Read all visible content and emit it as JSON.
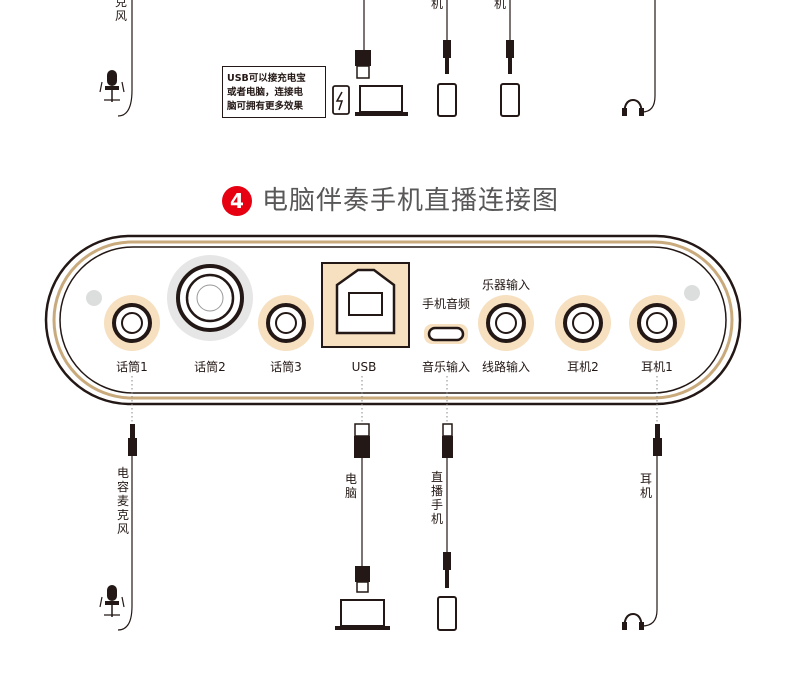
{
  "top_section": {
    "mic_label_fragment": "克\n风",
    "cable_label_fragment_1": "机",
    "cable_label_fragment_2": "机",
    "usb_note_lines": [
      "USB可以接充电宝",
      "或者电脑，连接电",
      "脑可拥有更多效果"
    ]
  },
  "title": {
    "number": "4",
    "text": "电脑伴奏手机直播连接图"
  },
  "device_panel": {
    "label_above_instrument": "乐器输入",
    "label_above_music": "手机音频",
    "ports": [
      {
        "label": "话筒1"
      },
      {
        "label": "话筒2"
      },
      {
        "label": "话筒3"
      },
      {
        "label": "USB"
      },
      {
        "label": "音乐输入"
      },
      {
        "label": "线路输入"
      },
      {
        "label": "耳机2"
      },
      {
        "label": "耳机1"
      }
    ]
  },
  "connections": {
    "mic_label": "电\n容\n麦\n克\n风",
    "computer_label": "电\n脑",
    "phone_label": "直\n播\n手\n机",
    "earphone_label": "耳\n机"
  },
  "colors": {
    "accent_red": "#e60012",
    "port_ring": "#f6e0c0",
    "panel_ring": "#c9aa7c",
    "ink": "#231815",
    "title_gray": "#595757"
  }
}
